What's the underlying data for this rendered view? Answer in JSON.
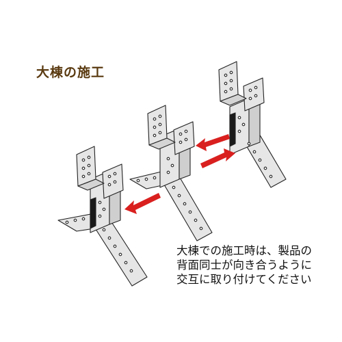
{
  "title": "大棟の施工",
  "note_lines": [
    "大棟での施工時は、製品の",
    "背面同士が向き合うように",
    "交互に取り付けてください"
  ],
  "colors": {
    "title": "#5a3a10",
    "arrow": "#d9201f",
    "metal": "#e6e6e6",
    "outline": "#222222",
    "dark_strip": "#1a1a1a"
  }
}
